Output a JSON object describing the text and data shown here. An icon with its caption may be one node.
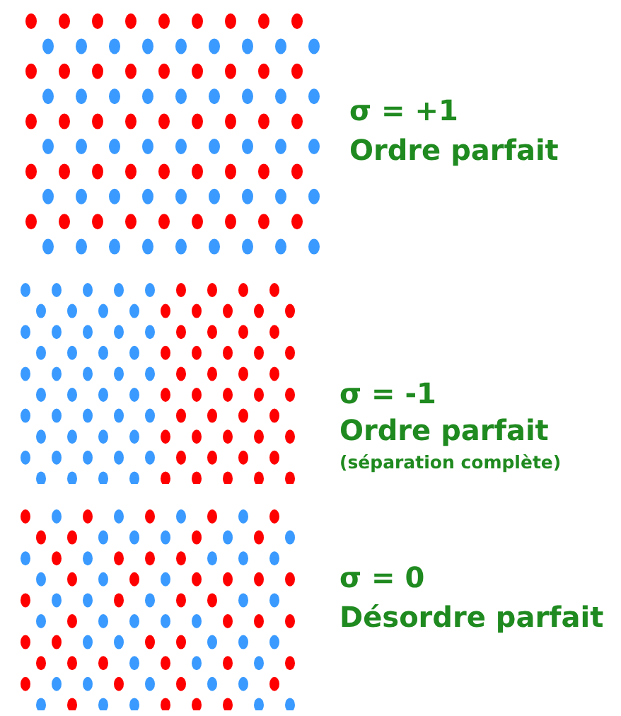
{
  "diagram": {
    "nodes": [
      {
        "text": [],
        "shape": "picture",
        "beside": [
          "σ = +1",
          "Ordre parfait"
        ]
      },
      {
        "text": [],
        "shape": "picture",
        "beside": [
          "σ = -1",
          "Ordre parfait",
          "(séparation complète)"
        ]
      },
      {
        "text": [],
        "shape": "picture",
        "beside": [
          "σ = 0",
          "Désordre parfait"
        ]
      }
    ]
  }
}
